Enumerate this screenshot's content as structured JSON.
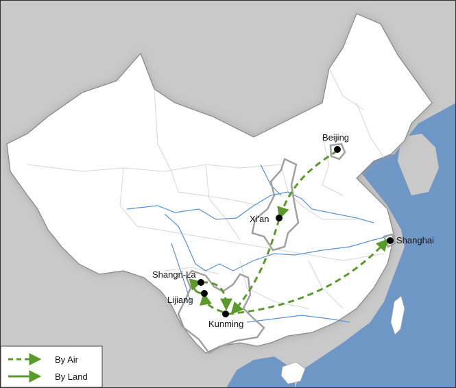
{
  "map": {
    "cities": [
      {
        "id": "beijing",
        "name": "Beijing"
      },
      {
        "id": "xian",
        "name": "Xi'an"
      },
      {
        "id": "shanghai",
        "name": "Shanghai"
      },
      {
        "id": "shangri-la",
        "name": "Shangri-La"
      },
      {
        "id": "lijiang",
        "name": "Lijiang"
      },
      {
        "id": "kunming",
        "name": "Kunming"
      }
    ],
    "routes": [
      {
        "from": "Beijing",
        "to": "Xi'an",
        "mode": "air"
      },
      {
        "from": "Xi'an",
        "to": "Kunming",
        "mode": "air"
      },
      {
        "from": "Kunming",
        "to": "Shanghai",
        "mode": "air"
      },
      {
        "from": "Kunming",
        "to": "Lijiang",
        "mode": "air"
      },
      {
        "from": "Shangri-La",
        "to": "Kunming",
        "mode": "air"
      },
      {
        "from": "Lijiang",
        "to": "Shangri-La",
        "mode": "land"
      }
    ]
  },
  "legend": {
    "air": "By Air",
    "land": "By Land"
  },
  "colors": {
    "route": "#5a9a2c",
    "land": "#ffffff",
    "neighbor": "#c9c9c9",
    "sea": "#6f97c6",
    "river": "#5b8fd0",
    "province_highlight": "#a0a0a0"
  }
}
